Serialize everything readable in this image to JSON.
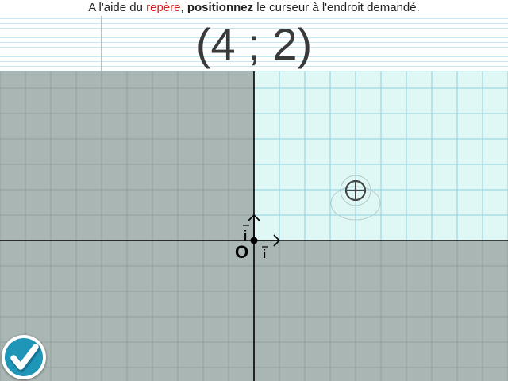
{
  "instruction": {
    "part1": "A l'aide du ",
    "word_red": "repère",
    "part2": ", ",
    "word_bold": "positionnez",
    "part3": " le curseur à l'endroit demandé."
  },
  "target": {
    "text": "(4 ; 2)"
  },
  "axes": {
    "origin_label": "O",
    "i_label": "i",
    "j_label": "j"
  },
  "colors": {
    "quadrant_highlight": "#dff8f6",
    "grid_background": "#aab6b4",
    "grid_line_dark": "#929e9c",
    "grid_line_light": "#8fd0dc",
    "axis": "#000000",
    "accent": "#1f95b8",
    "instruction_red": "#d81b1b"
  },
  "validate_button": {
    "icon": "check-icon"
  },
  "cursor": {
    "icon": "crosshair-circle-icon"
  }
}
